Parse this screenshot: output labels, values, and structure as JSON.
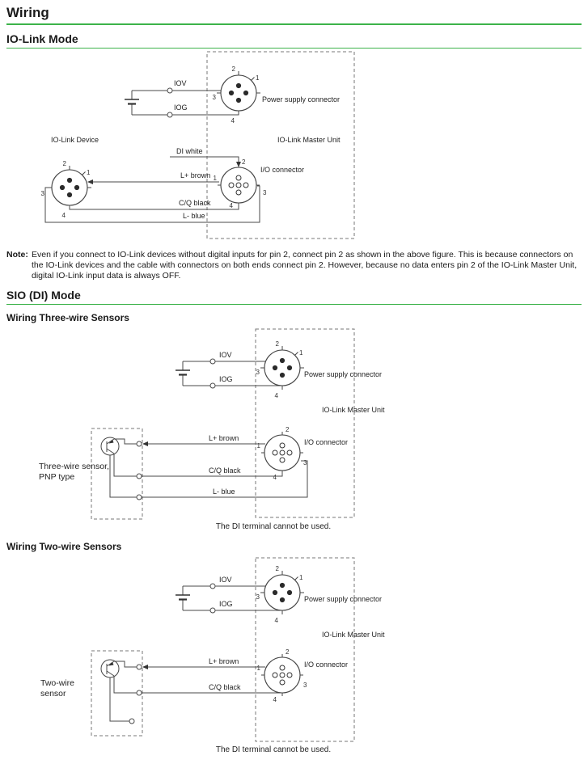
{
  "colors": {
    "accent": "#3cb34a"
  },
  "pins": {
    "1": "1",
    "2": "2",
    "3": "3",
    "4": "4"
  },
  "headings": {
    "page_title": "Wiring",
    "iolink_mode": "IO-Link Mode",
    "sio_mode": "SIO (DI) Mode",
    "three_wire": "Wiring Three-wire Sensors",
    "two_wire": "Wiring Two-wire Sensors"
  },
  "note": {
    "label": "Note:",
    "text": "Even if you connect to IO-Link devices without digital inputs for pin 2, connect pin 2 as shown in the above figure. This is because connectors on the IO-Link devices and the cable with connectors on both ends connect pin 2. However, because no data enters pin 2 of the IO-Link Master Unit, digital IO-Link input data is always OFF."
  },
  "common": {
    "iov": "IOV",
    "iog": "IOG",
    "power_connector": "Power supply connector",
    "master_unit": "IO-Link Master Unit",
    "io_connector": "I/O connector",
    "l_plus": "L+ brown",
    "cq": "C/Q black",
    "l_minus": "L- blue",
    "di_unused": "The DI terminal cannot be used."
  },
  "diagram1": {
    "device": "IO-Link Device",
    "di_wire": "DI white"
  },
  "diagram2": {
    "sensor_line1": "Three-wire sensor,",
    "sensor_line2": "PNP type"
  },
  "diagram3": {
    "sensor_line1": "Two-wire",
    "sensor_line2": "sensor"
  }
}
